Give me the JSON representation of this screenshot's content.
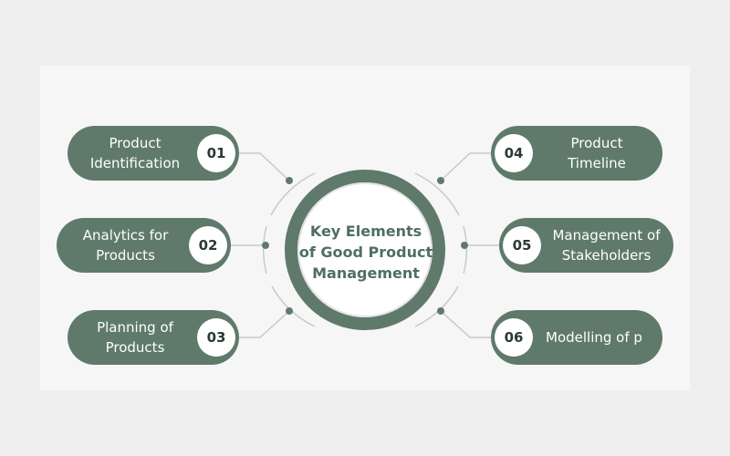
{
  "center": {
    "line1": "Key Elements",
    "line2": "of Good Product",
    "line3": "Management"
  },
  "items": [
    {
      "number": "01",
      "line1": "Product",
      "line2": "Identification"
    },
    {
      "number": "02",
      "line1": "Analytics for",
      "line2": "Products"
    },
    {
      "number": "03",
      "line1": "Planning of",
      "line2": "Products"
    },
    {
      "number": "04",
      "line1": "Product",
      "line2": "Timeline"
    },
    {
      "number": "05",
      "line1": "Management of",
      "line2": "Stakeholders"
    },
    {
      "number": "06",
      "line1": "Modelling of p"
    }
  ],
  "colors": {
    "pill": "#5f7a6a",
    "ring": "#5f7a6a",
    "center_text": "#4f6f5f",
    "connector": "#c9c9c9"
  }
}
